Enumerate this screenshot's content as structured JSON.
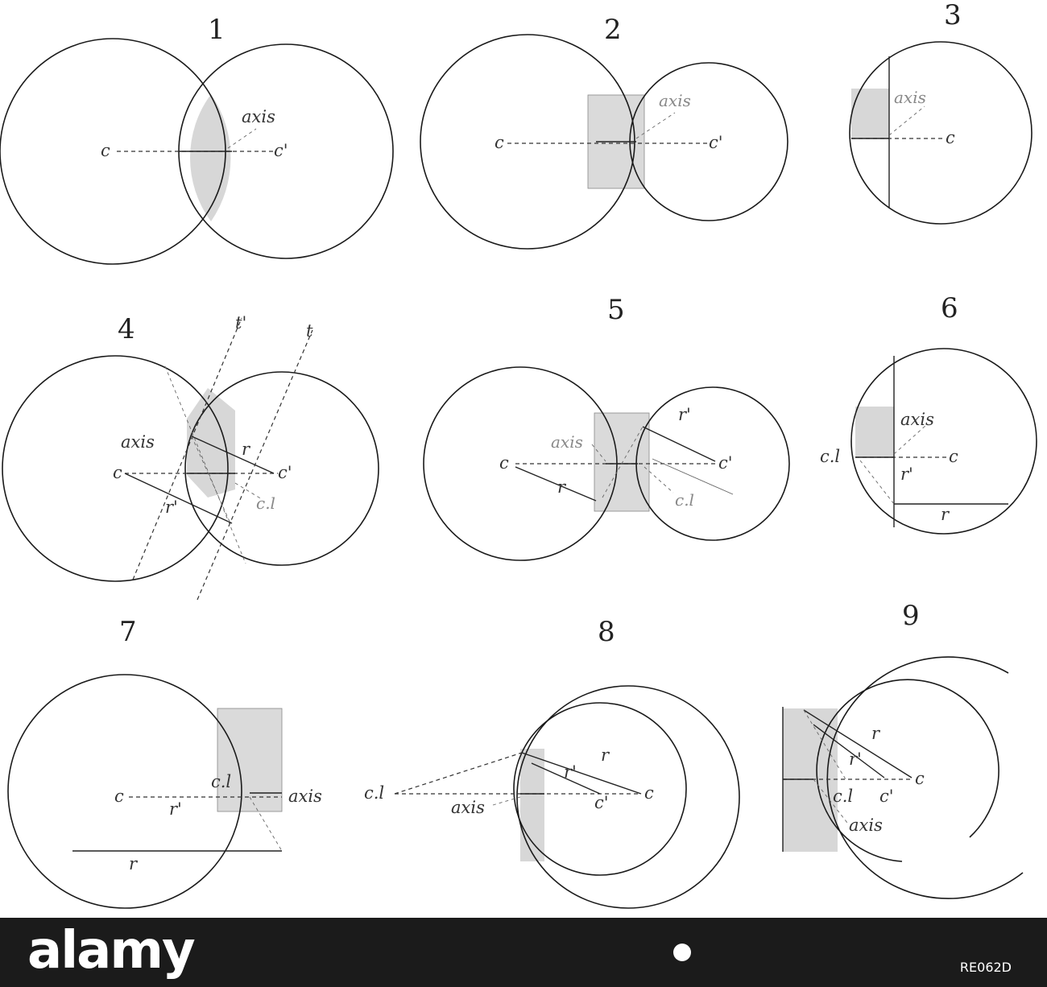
{
  "figures": [
    {
      "number": "1",
      "labels": {
        "c": "c",
        "c_prime": "c'",
        "axis": "axis"
      }
    },
    {
      "number": "2",
      "labels": {
        "c": "c",
        "c_prime": "c'",
        "axis": "axis"
      }
    },
    {
      "number": "3",
      "labels": {
        "c": "c",
        "axis": "axis"
      }
    },
    {
      "number": "4",
      "labels": {
        "c": "c",
        "c_prime": "c'",
        "axis": "axis",
        "r": "r",
        "r_prime": "r'",
        "cl": "c.l",
        "t_prime": "t'",
        "t": "t"
      }
    },
    {
      "number": "5",
      "labels": {
        "c": "c",
        "c_prime": "c'",
        "axis": "axis",
        "r": "r",
        "r_prime": "r'",
        "cl": "c.l"
      }
    },
    {
      "number": "6",
      "labels": {
        "c": "c",
        "axis": "axis",
        "r": "r",
        "r_prime": "r'",
        "cl": "c.l"
      }
    },
    {
      "number": "7",
      "labels": {
        "c": "c",
        "axis": "axis",
        "r": "r",
        "r_prime": "r'",
        "cl": "c.l"
      }
    },
    {
      "number": "8",
      "labels": {
        "c": "c",
        "c_prime": "c'",
        "axis": "axis",
        "r": "r",
        "r_prime": "r'",
        "cl": "c.l"
      }
    },
    {
      "number": "9",
      "labels": {
        "c": "c",
        "c_prime": "c'",
        "axis": "axis",
        "r": "r",
        "r_prime": "r'",
        "cl": "c.l"
      }
    }
  ],
  "watermark": {
    "brand": "alamy",
    "stock_id": "RE062D"
  }
}
